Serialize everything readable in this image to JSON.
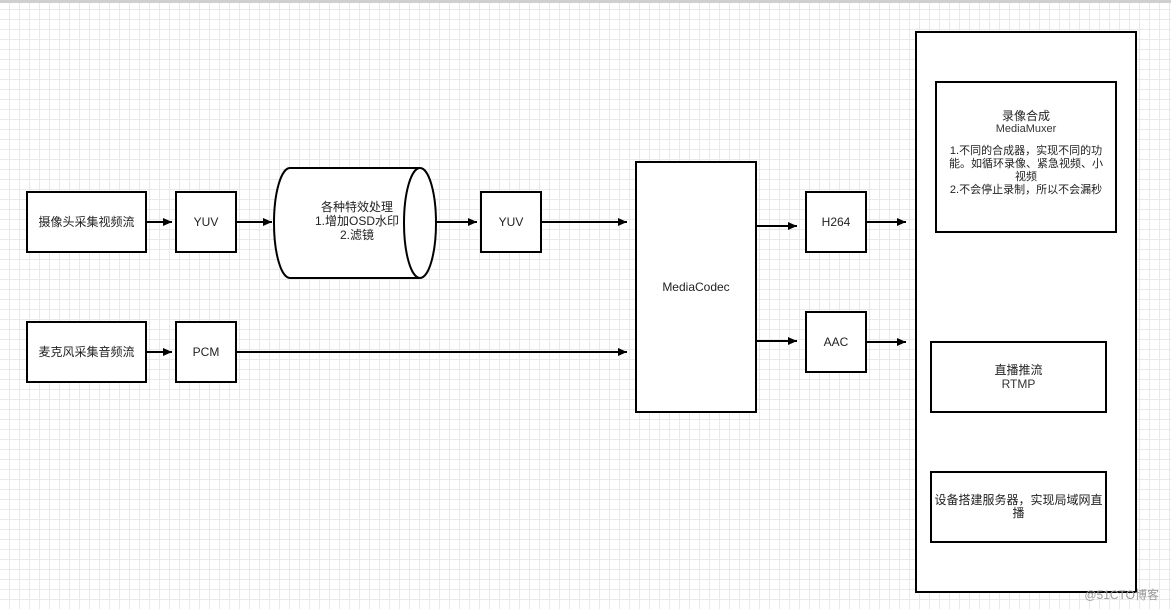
{
  "nodes": {
    "camera": "摄像头采集视频流",
    "yuv_in": "YUV",
    "effects": {
      "title": "各种特效处理",
      "line1": "1.增加OSD水印",
      "line2": "2.滤镜"
    },
    "yuv_out": "YUV",
    "mic": "麦克风采集音频流",
    "pcm": "PCM",
    "codec": "MediaCodec",
    "h264": "H264",
    "aac": "AAC",
    "muxer": {
      "title": "录像合成",
      "subtitle": "MediaMuxer",
      "line1": "1.不同的合成器，实现不同的功",
      "line2": "能。如循环录像、紧急视频、小",
      "line3": "视频",
      "line4": "2.不会停止录制，所以不会漏秒"
    },
    "live": {
      "title": "直播推流",
      "subtitle": "RTMP"
    },
    "server": {
      "line1": "设备搭建服务器，实现局域网直",
      "line2": "播"
    }
  },
  "watermark": "@51CTO博客"
}
